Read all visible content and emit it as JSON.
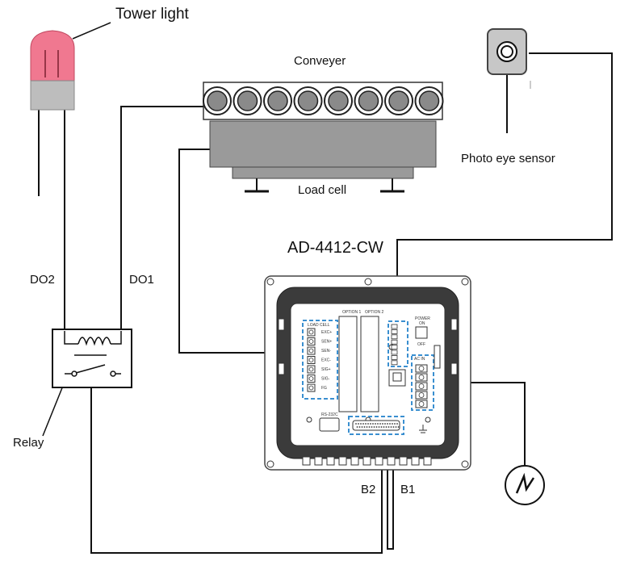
{
  "labels": {
    "tower_light": "Tower light",
    "conveyer": "Conveyer",
    "load_cell": "Load cell",
    "photo_eye": "Photo eye sensor",
    "device": "AD-4412-CW",
    "do2": "DO2",
    "do1": "DO1",
    "relay": "Relay",
    "b2": "B2",
    "b1": "B1"
  },
  "panel": {
    "option1": "OPTION 1",
    "option2": "OPTION 2",
    "power": "POWER",
    "on": "ON",
    "off": "OFF",
    "load_cell_block": "LOAD CELL",
    "terminals": [
      "EXC+",
      "SEN+",
      "SEN-",
      "EXC-",
      "SIG+",
      "SIG-",
      "FG"
    ],
    "rs232c": "RS-232C",
    "ac_in": "AC IN"
  },
  "colors": {
    "tower_light_lens": "#f07890",
    "connector_highlight": "#3a8fd0",
    "wire": "#111111"
  }
}
